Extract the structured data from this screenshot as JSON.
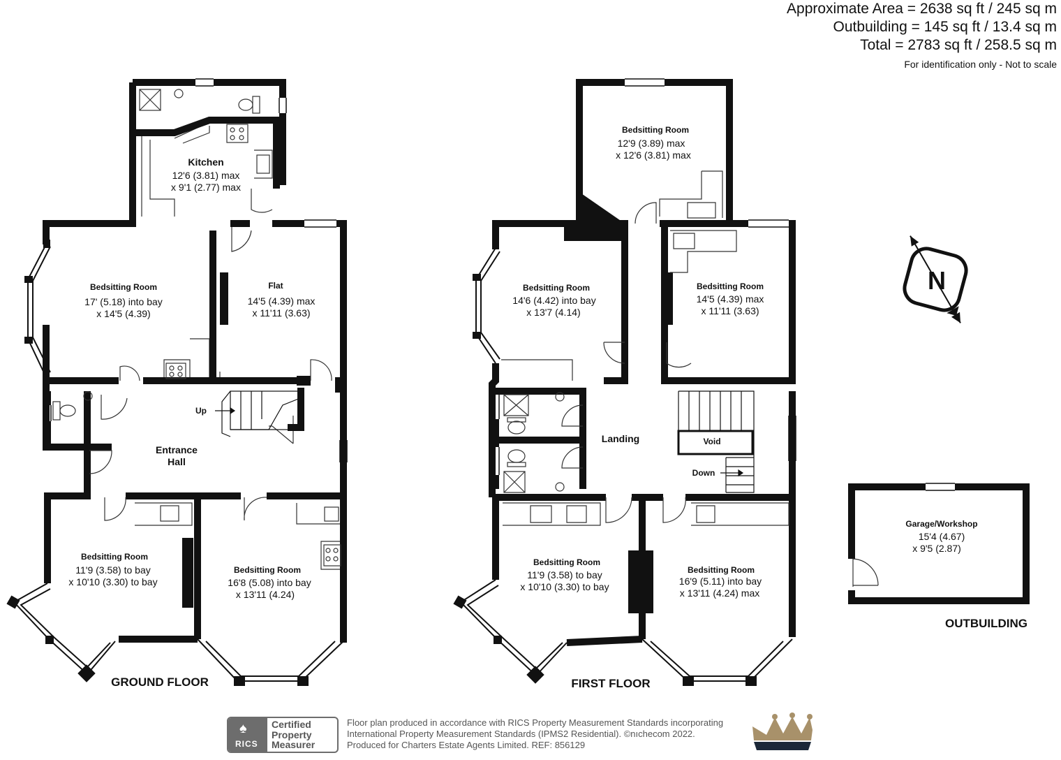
{
  "area": {
    "approximate": "Approximate Area = 2638 sq ft / 245 sq m",
    "outbuilding": "Outbuilding = 145 sq ft / 13.4 sq m",
    "total": "Total = 2783 sq ft / 258.5 sq m",
    "note": "For identification only - Not to scale"
  },
  "ground_floor": {
    "label": "GROUND FLOOR",
    "kitchen": {
      "name": "Kitchen",
      "dim1": "12'6 (3.81) max",
      "dim2": "x 9'1 (2.77) max"
    },
    "bedsit_left": {
      "name": "Bedsitting Room",
      "dim1": "17' (5.18) into bay",
      "dim2": "x 14'5 (4.39)"
    },
    "flat": {
      "name": "Flat",
      "dim1": "14'5 (4.39) max",
      "dim2": "x 11'11 (3.63)"
    },
    "up": "Up",
    "hall": {
      "line1": "Entrance",
      "line2": "Hall"
    },
    "bedsit_bl": {
      "name": "Bedsitting Room",
      "dim1": "11'9 (3.58) to bay",
      "dim2": "x 10'10 (3.30) to bay"
    },
    "bedsit_br": {
      "name": "Bedsitting Room",
      "dim1": "16'8 (5.08) into bay",
      "dim2": "x 13'11 (4.24)"
    }
  },
  "first_floor": {
    "label": "FIRST FLOOR",
    "bedsit_top": {
      "name": "Bedsitting Room",
      "dim1": "12'9 (3.89) max",
      "dim2": "x 12'6 (3.81) max"
    },
    "bedsit_left": {
      "name": "Bedsitting Room",
      "dim1": "14'6 (4.42) into bay",
      "dim2": "x 13'7 (4.14)"
    },
    "bedsit_right": {
      "name": "Bedsitting Room",
      "dim1": "14'5 (4.39) max",
      "dim2": "x 11'11 (3.63)"
    },
    "landing": "Landing",
    "void": "Void",
    "down": "Down",
    "bedsit_bl": {
      "name": "Bedsitting Room",
      "dim1": "11'9 (3.58) to bay",
      "dim2": "x 10'10 (3.30) to bay"
    },
    "bedsit_br": {
      "name": "Bedsitting Room",
      "dim1": "16'9 (5.11) into bay",
      "dim2": "x 13'11 (4.24) max"
    }
  },
  "outbuilding": {
    "label": "OUTBUILDING",
    "garage": {
      "name": "Garage/Workshop",
      "dim1": "15'4 (4.67)",
      "dim2": "x 9'5 (2.87)"
    }
  },
  "compass": {
    "letter": "N"
  },
  "footer": {
    "line1": "Floor plan produced in accordance with RICS Property Measurement Standards incorporating",
    "line2": "International Property Measurement Standards (IPMS2 Residential).  ©nıchecom 2022.",
    "line3": "Produced for Charters Estate Agents Limited.   REF:  856129",
    "badge_line1": "Certified",
    "badge_line2": "Property",
    "badge_line3": "Measurer",
    "rics_text": "RICS"
  },
  "colors": {
    "wall": "#111111",
    "line": "#333333",
    "crown_gold": "#a8916a",
    "crown_dark": "#1b2838"
  }
}
